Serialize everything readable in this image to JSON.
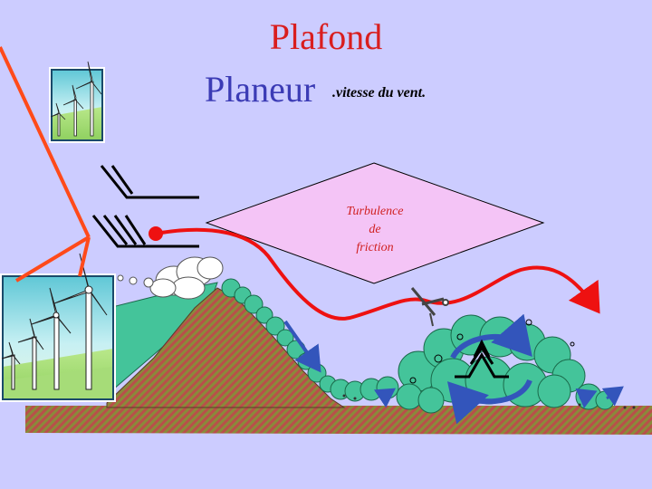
{
  "title": {
    "line1": "Plafond",
    "line2": "Planeur",
    "line2_note": ".vitesse du vent."
  },
  "diagram": {
    "label_lines": [
      "Turbulence",
      "de",
      "friction"
    ]
  },
  "colors": {
    "background": "#ccccff",
    "title_red": "#d91e1e",
    "title_blue": "#3b3bb5",
    "diamond_fill": "#f4c4f6",
    "wind_curve": "#ee1111",
    "terrain_hatch_red": "#b8504a",
    "terrain_hatch_olive": "#8a8a3a",
    "vegetation_green": "#44c49a",
    "cloud_white": "#ffffff",
    "arrow_blue": "#3355bb",
    "line_orange": "#ff4a1a"
  },
  "icons": [
    "wind-turbine-icon",
    "glider-icon",
    "cloud-icon",
    "wind-barb-icon",
    "rotor-arrow-icon"
  ]
}
